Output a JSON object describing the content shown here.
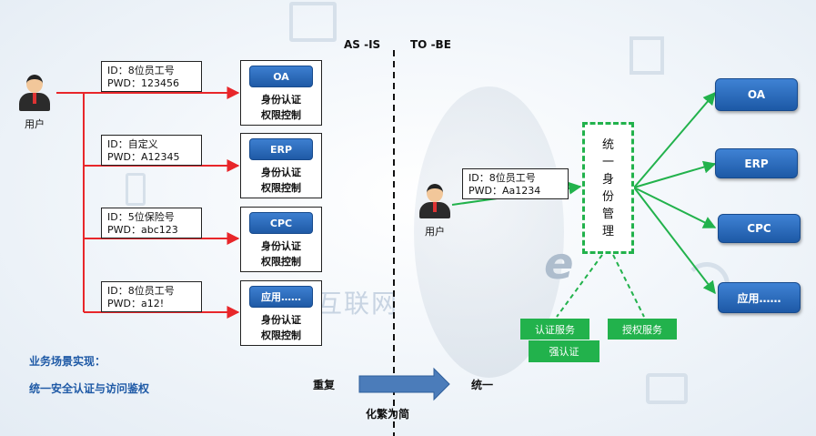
{
  "header": {
    "as_is": "AS -IS",
    "to_be": "TO -BE"
  },
  "left_user": {
    "label": "用户"
  },
  "right_user": {
    "label": "用户"
  },
  "credentials_left": [
    {
      "id": "ID：8位员工号",
      "pwd": "PWD：123456"
    },
    {
      "id": "ID：自定义",
      "pwd": "PWD：A12345"
    },
    {
      "id": "ID：5位保险号",
      "pwd": "PWD：abc123"
    },
    {
      "id": "ID：8位员工号",
      "pwd": "PWD：a12!"
    }
  ],
  "systems_left": [
    {
      "name": "OA",
      "line1": "身份认证",
      "line2": "权限控制"
    },
    {
      "name": "ERP",
      "line1": "身份认证",
      "line2": "权限控制"
    },
    {
      "name": "CPC",
      "line1": "身份认证",
      "line2": "权限控制"
    },
    {
      "name": "应用……",
      "line1": "身份认证",
      "line2": "权限控制"
    }
  ],
  "credential_right": {
    "id": "ID：8位员工号",
    "pwd": "PWD：Aa1234"
  },
  "unified_box": {
    "chars": [
      "统",
      "一",
      "身",
      "份",
      "管",
      "理"
    ]
  },
  "services": {
    "auth": "认证服务",
    "authorize": "授权服务",
    "strong": "强认证"
  },
  "systems_right": [
    "OA",
    "ERP",
    "CPC",
    "应用……"
  ],
  "scene": {
    "title": "业务场景实现：",
    "subtitle": "统一安全认证与访问鉴权"
  },
  "arrow": {
    "left": "重复",
    "right": "统一",
    "bottom": "化繁为简"
  },
  "watermark": "互联网",
  "colors": {
    "red": "#e8262a",
    "green": "#22b24c",
    "blue": "#1f5aa6"
  }
}
